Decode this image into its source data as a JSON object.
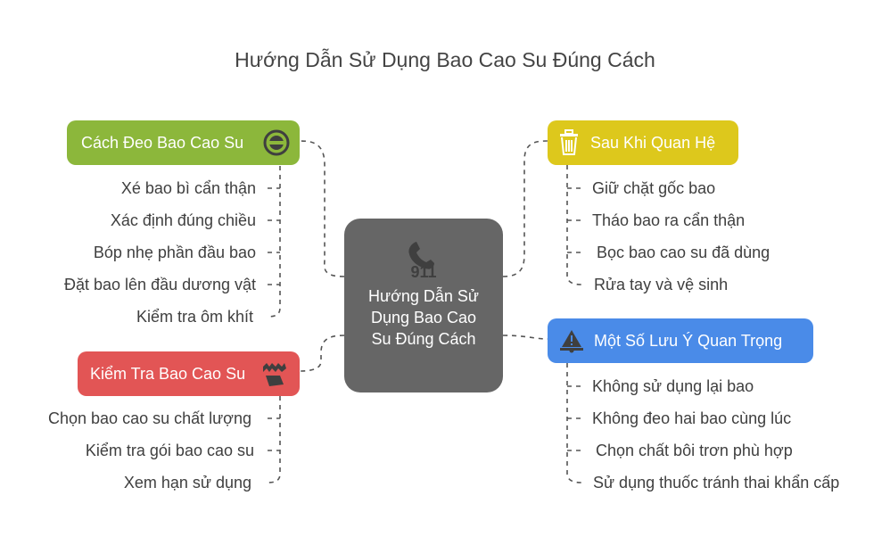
{
  "title": "Hướng Dẫn Sử Dụng Bao Cao Su Đúng Cách",
  "center": {
    "label": "Hướng Dẫn Sử Dụng Bao Cao Su Đúng Cách",
    "icon": "phone-911-icon"
  },
  "branches": {
    "wearing": {
      "label": "Cách Đeo Bao Cao Su",
      "icon": "condom-icon",
      "color": "#8cb73b",
      "items": [
        "Xé bao bì cẩn thận",
        "Xác định đúng chiều",
        "Bóp nhẹ phần đầu bao",
        "Đặt bao lên đầu dương vật",
        "Kiểm tra ôm khít"
      ]
    },
    "checking": {
      "label": "Kiểm Tra Bao Cao Su",
      "icon": "hands-icon",
      "color": "#e25555",
      "items": [
        "Chọn bao cao su chất lượng",
        "Kiểm tra gói bao cao su",
        "Xem hạn sử dụng"
      ]
    },
    "after": {
      "label": "Sau Khi Quan Hệ",
      "icon": "trash-icon",
      "color": "#ddc81c",
      "items": [
        "Giữ chặt gốc bao",
        "Tháo bao ra cẩn thận",
        "Bọc bao cao su đã dùng",
        "Rửa tay và vệ sinh"
      ]
    },
    "notes": {
      "label": "Một Số Lưu Ý Quan Trọng",
      "icon": "warning-icon",
      "color": "#4a8be8",
      "items": [
        "Không sử dụng lại bao",
        "Không đeo hai bao cùng lúc",
        "Chọn chất bôi trơn phù hợp",
        "Sử dụng thuốc tránh thai khẩn cấp"
      ]
    }
  }
}
